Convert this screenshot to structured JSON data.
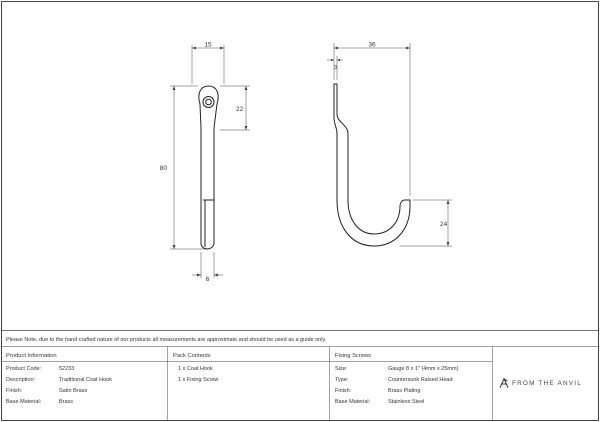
{
  "drawing": {
    "front": {
      "width_dim": "15",
      "eye_dim": "22",
      "height_dim": "80",
      "bottom_dim": "6"
    },
    "side": {
      "projection_dim": "36",
      "small_dim": "3",
      "hook_dim": "24"
    }
  },
  "note": "Please Note, due to the hand crafted nature of our products all measurements are approximate and should be used as a guide only.",
  "product_info": {
    "title": "Product Information",
    "rows": [
      {
        "label": "Product Code:",
        "value": "52233"
      },
      {
        "label": "Description:",
        "value": "Traditional Coat Hook"
      },
      {
        "label": "Finish:",
        "value": "Satin Brass"
      },
      {
        "label": "Base Material:",
        "value": "Brass"
      }
    ]
  },
  "pack_contents": {
    "title": "Pack Contents",
    "items": [
      "1 x Coat Hook",
      "1 x Fixing Screw"
    ]
  },
  "fixing_screws": {
    "title": "Fixing Screws",
    "rows": [
      {
        "label": "Size:",
        "value": "Gauge 8 x 1\" (4mm x 25mm)"
      },
      {
        "label": "Type:",
        "value": "Countersunk Raised Head"
      },
      {
        "label": "Finish:",
        "value": "Brass Plating"
      },
      {
        "label": "Base Material:",
        "value": "Stainless Steel"
      }
    ]
  },
  "brand": {
    "name": "FROM THE ANVIL",
    "logo_icon": "anvil-a-logo-icon"
  }
}
